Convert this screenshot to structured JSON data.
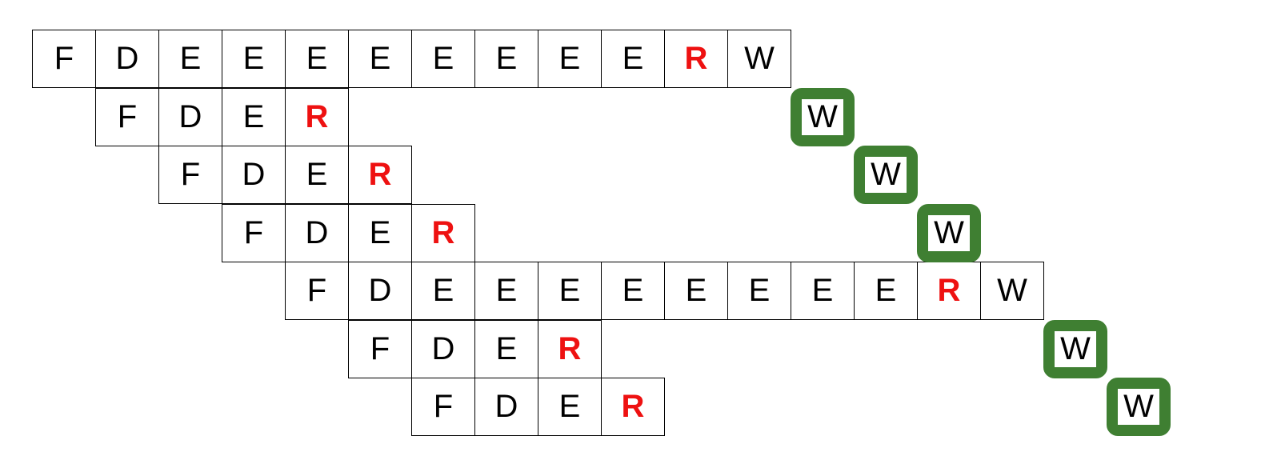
{
  "pipeline": {
    "rows": [
      {
        "cells": [
          "F",
          "D",
          "E",
          "E",
          "E",
          "E",
          "E",
          "E",
          "E",
          "E",
          "R",
          "W"
        ]
      },
      {
        "cells": [
          "F",
          "D",
          "E",
          "R"
        ]
      },
      {
        "cells": [
          "F",
          "D",
          "E",
          "R"
        ]
      },
      {
        "cells": [
          "F",
          "D",
          "E",
          "R"
        ]
      },
      {
        "cells": [
          "F",
          "D",
          "E",
          "E",
          "E",
          "E",
          "E",
          "E",
          "E",
          "E",
          "R",
          "W"
        ]
      },
      {
        "cells": [
          "F",
          "D",
          "E",
          "R"
        ]
      },
      {
        "cells": [
          "F",
          "D",
          "E",
          "R"
        ]
      }
    ],
    "stall_writebacks": [
      {
        "row": 1,
        "col": 13,
        "label": "W"
      },
      {
        "row": 2,
        "col": 14,
        "label": "W"
      },
      {
        "row": 3,
        "col": 15,
        "label": "W"
      },
      {
        "row": 5,
        "col": 17,
        "label": "W"
      },
      {
        "row": 6,
        "col": 18,
        "label": "W"
      }
    ],
    "colors": {
      "retire": "#ee1111",
      "highlight": "#3f7f32",
      "border": "#000000"
    }
  }
}
